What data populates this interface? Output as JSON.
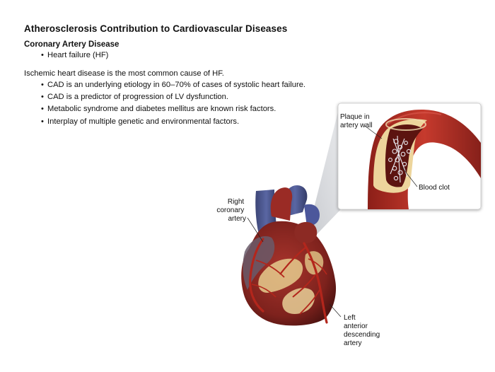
{
  "title": "Atherosclerosis Contribution to Cardiovascular Diseases",
  "subheading": "Coronary Artery Disease",
  "hf_bullets": [
    "Heart failure (HF)"
  ],
  "lead_sentence": "Ischemic heart disease is the most common cause of HF.",
  "ihd_bullets": [
    "CAD is an underlying etiology in 60–70% of cases of systolic heart failure.",
    "CAD is a predictor of progression of LV dysfunction.",
    "Metabolic syndrome and diabetes mellitus are known risk factors.",
    "Interplay of multiple genetic and environmental factors."
  ],
  "bullet_glyph": "•",
  "labels": {
    "rca": [
      "Right",
      "coronary",
      "artery"
    ],
    "plaque": [
      "Plaque in",
      "artery wall"
    ],
    "clot": "Blood clot",
    "lad": [
      "Left",
      "anterior",
      "descending",
      "artery"
    ]
  },
  "colors": {
    "heart_muscle": "#8e2a24",
    "vein_blue": "#4a5590",
    "fat_yellow": "#e8cf94",
    "artery_red": "#b32a22",
    "inset_bg": "#ffffff"
  }
}
